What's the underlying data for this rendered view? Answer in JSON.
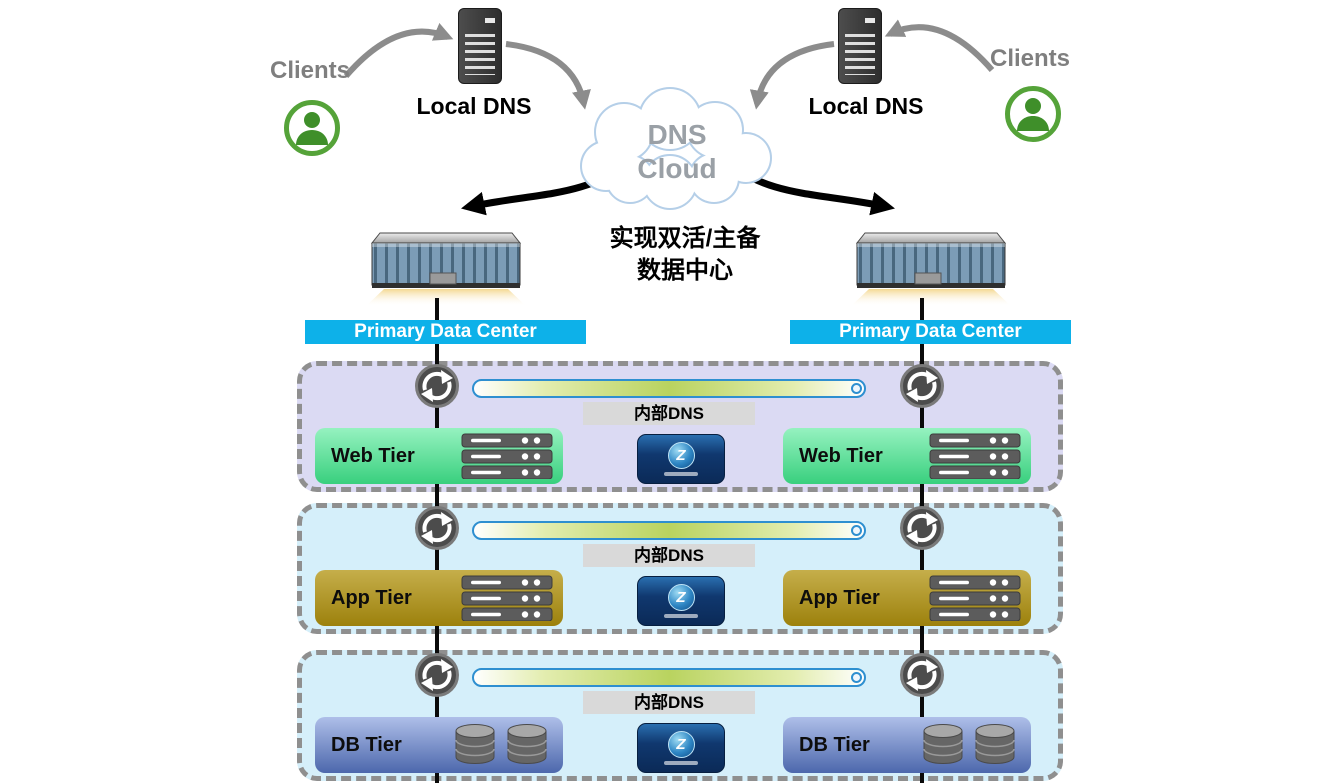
{
  "top": {
    "clients_left": "Clients",
    "clients_right": "Clients",
    "local_dns_left": "Local DNS",
    "local_dns_right": "Local DNS",
    "cloud": {
      "line1": "DNS",
      "line2": "Cloud"
    },
    "caption_line1": "实现双活/主备",
    "caption_line2": "数据中心"
  },
  "banners": {
    "left": "Primary Data Center",
    "right": "Primary Data Center"
  },
  "tiers": [
    {
      "left_label": "Web Tier",
      "right_label": "Web Tier",
      "internal_dns_label": "内部DNS",
      "appliance_logo": "Z"
    },
    {
      "left_label": "App Tier",
      "right_label": "App Tier",
      "internal_dns_label": "内部DNS",
      "appliance_logo": "Z"
    },
    {
      "left_label": "DB Tier",
      "right_label": "DB Tier",
      "internal_dns_label": "内部DNS",
      "appliance_logo": "Z"
    }
  ],
  "colors": {
    "banner_bg": "#0db1e9",
    "web_tier": "#3fe78c",
    "app_tier": "#b2930e",
    "db_tier": "#5d7ed2",
    "row_web_bg": "#dbdaf3",
    "row_app_bg": "#d5effa",
    "dashed_border": "#8f8f8f",
    "clients_text": "#7f7f7f",
    "capsule_border": "#2e8fd0",
    "cloud_stroke": "#b5cfe8",
    "person_green": "#55a339"
  }
}
